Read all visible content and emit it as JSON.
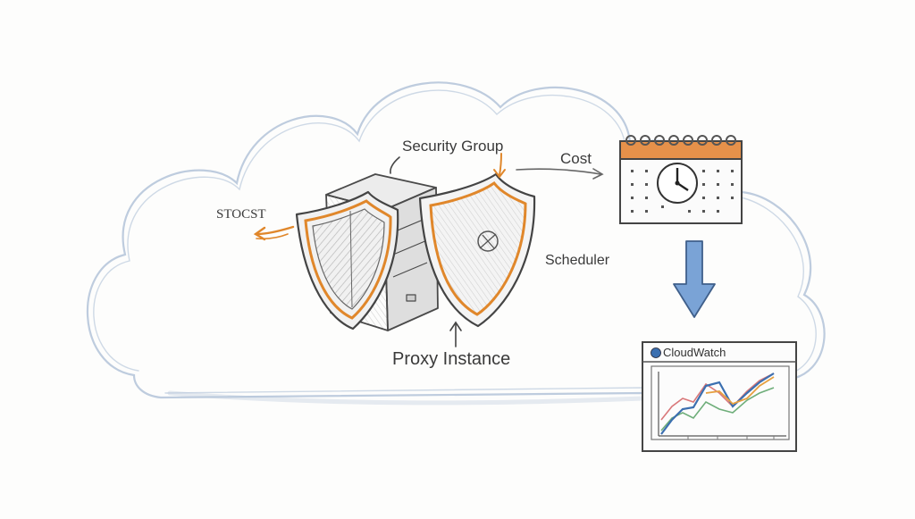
{
  "labels": {
    "security_group": "Security Group",
    "cost": "Cost",
    "stocst": "STOCST",
    "scheduler": "Scheduler",
    "proxy_instance": "Proxy Instance",
    "cloudwatch": "CloudWatch"
  },
  "colors": {
    "accent_orange": "#e0872b",
    "sketch_gray": "#555555",
    "cloud_blue": "#9fb4cf",
    "arrow_blue": "#7aa3d6",
    "line_blue": "#3b6fb0",
    "line_orange": "#e6a040",
    "line_green": "#6fae7a",
    "line_red": "#d9787a"
  },
  "icons": [
    "cloud-outline",
    "server-icon",
    "shield-icon",
    "calendar-icon",
    "clock-icon",
    "down-arrow-icon",
    "chart-window-icon"
  ]
}
